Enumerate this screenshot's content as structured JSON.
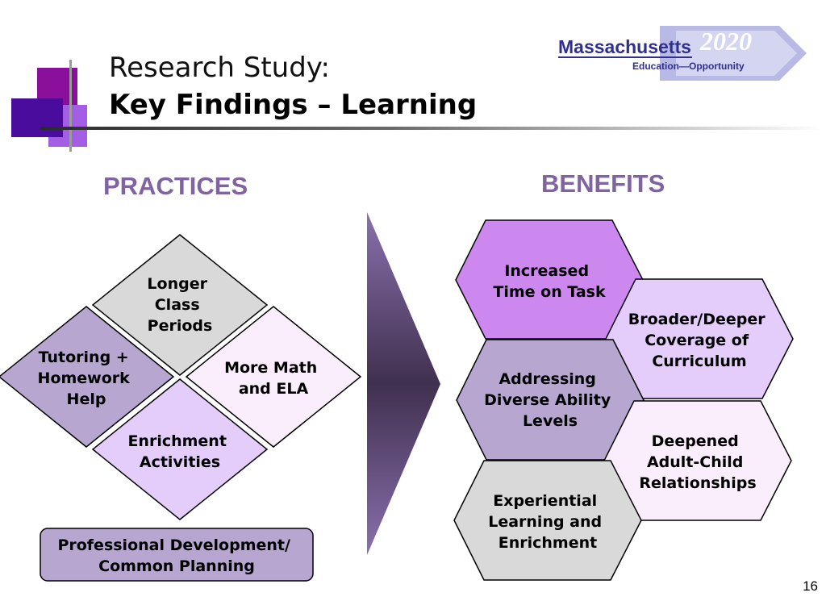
{
  "header": {
    "title_line1": "Research Study:",
    "title_line2": "Key Findings – Learning",
    "logo": {
      "name": "Massachusetts",
      "year": "2020",
      "tagline": "Education—Opportunity"
    }
  },
  "practices": {
    "heading": "PRACTICES",
    "items": [
      {
        "lines": [
          "Longer",
          "Class",
          "Periods"
        ]
      },
      {
        "lines": [
          "Tutoring +",
          "Homework",
          "Help"
        ]
      },
      {
        "lines": [
          "More Math",
          "and ELA"
        ]
      },
      {
        "lines": [
          "Enrichment",
          "Activities"
        ]
      }
    ],
    "footer_lines": [
      "Professional Development/",
      "Common Planning"
    ]
  },
  "benefits": {
    "heading": "BENEFITS",
    "items": [
      {
        "lines": [
          "Increased",
          "Time on Task"
        ]
      },
      {
        "lines": [
          "Broader/Deeper",
          "Coverage of",
          "Curriculum"
        ]
      },
      {
        "lines": [
          "Addressing",
          "Diverse Ability",
          "Levels"
        ]
      },
      {
        "lines": [
          "Deepened",
          "Adult-Child",
          "Relationships"
        ]
      },
      {
        "lines": [
          "Experiential",
          "Learning and",
          "Enrichment"
        ]
      }
    ]
  },
  "colors": {
    "accent_purple": "#8064a2",
    "light_gray": "#d9d9d9",
    "medium_lavender": "#b7a6d0",
    "pale_pink": "#fbeefc",
    "light_lavender": "#e4cdfb",
    "bright_purple": "#cc88ee",
    "arrow_dark": "#40304f",
    "arrow_light": "#8a70ad"
  },
  "page_number": "16"
}
